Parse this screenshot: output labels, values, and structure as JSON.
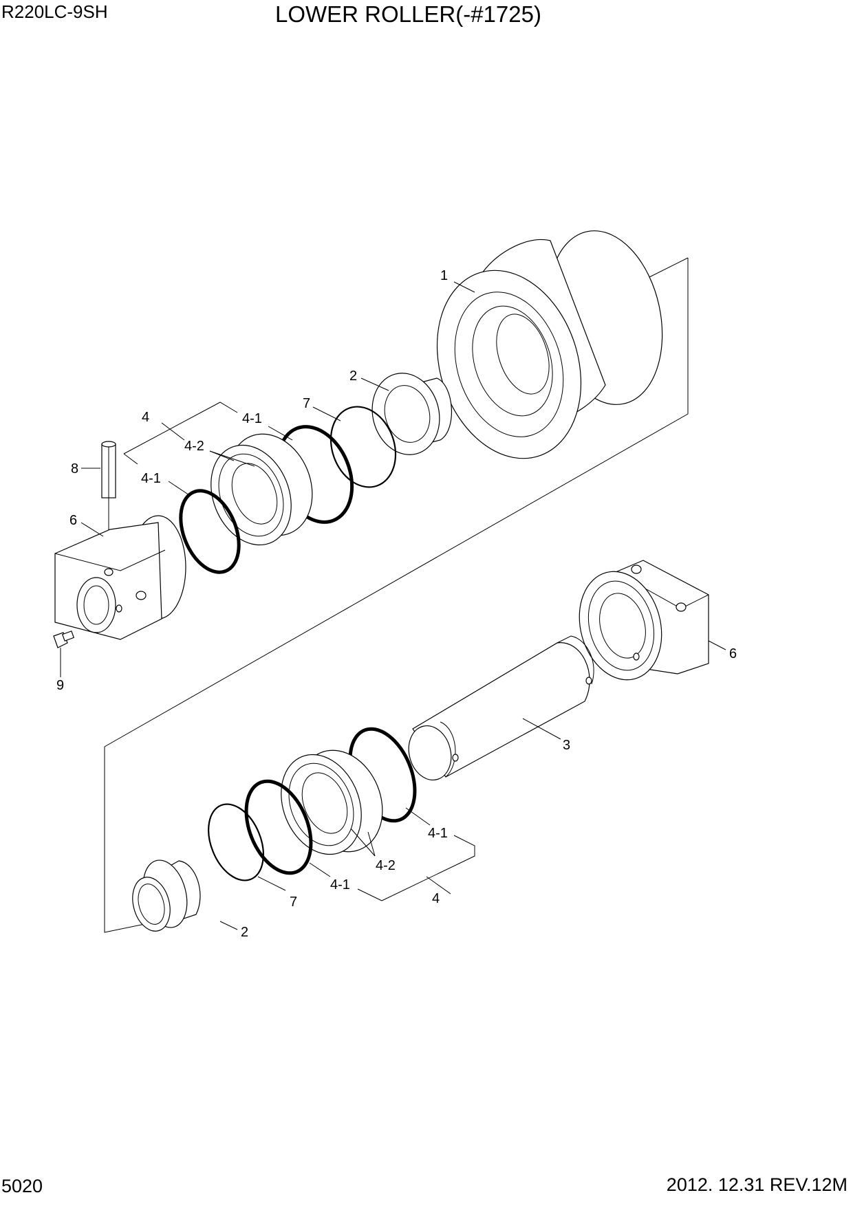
{
  "header": {
    "model": "R220LC-9SH",
    "title": "LOWER ROLLER(-#1725)"
  },
  "footer": {
    "page_number": "5020",
    "revision": "2012. 12.31 REV.12M"
  },
  "callouts": {
    "c1": "1",
    "c2_top": "2",
    "c2_bottom": "2",
    "c3": "3",
    "c4_top": "4",
    "c4_bottom": "4",
    "c41_top_a": "4-1",
    "c41_top_b": "4-1",
    "c41_bot_a": "4-1",
    "c41_bot_b": "4-1",
    "c42_top": "4-2",
    "c42_bottom": "4-2",
    "c6_left": "6",
    "c6_right": "6",
    "c7_top": "7",
    "c7_bottom": "7",
    "c8": "8",
    "c9": "9"
  }
}
